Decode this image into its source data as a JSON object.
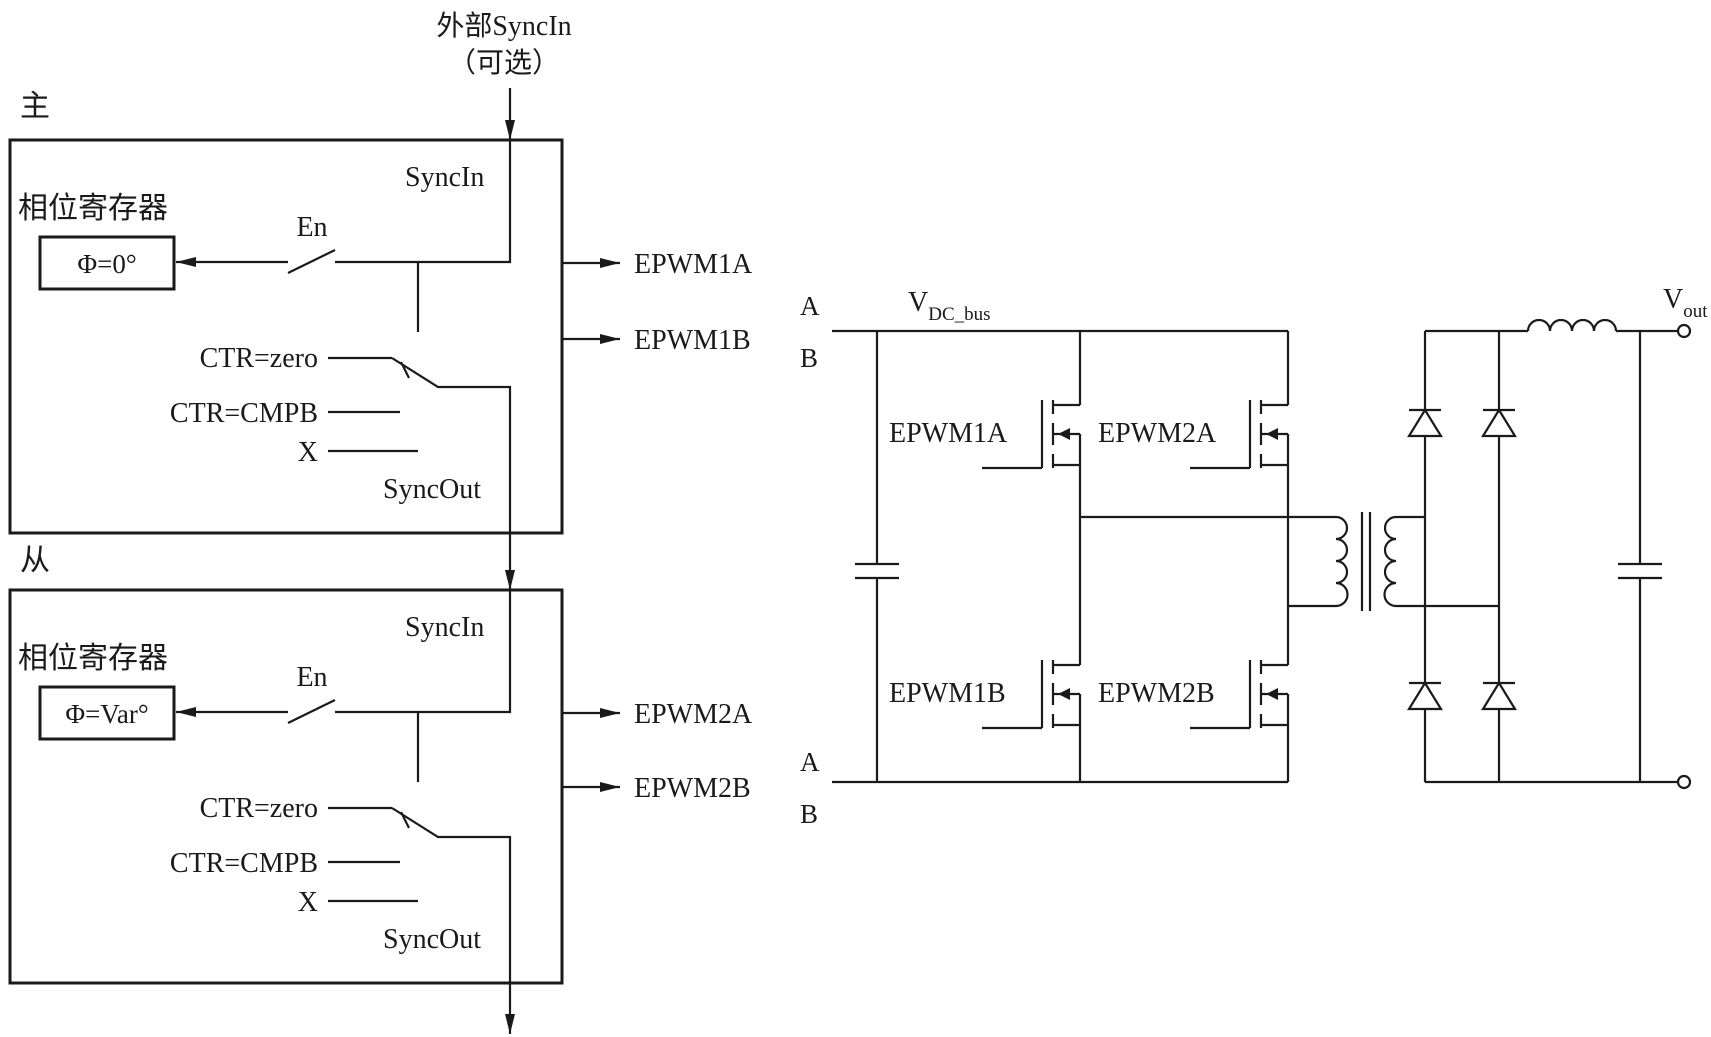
{
  "sync": {
    "external_in": "外部SyncIn",
    "optional": "（可选）"
  },
  "master": {
    "title": "主",
    "phase_reg_label": "相位寄存器",
    "phase_value": "Φ=0°",
    "syncin": "SyncIn",
    "en": "En",
    "ctr_zero": "CTR=zero",
    "ctr_cmpb": "CTR=CMPB",
    "x": "X",
    "syncout": "SyncOut",
    "out_a": "EPWM1A",
    "out_b": "EPWM1B"
  },
  "slave": {
    "title": "从",
    "phase_reg_label": "相位寄存器",
    "phase_value": "Φ=Var°",
    "syncin": "SyncIn",
    "en": "En",
    "ctr_zero": "CTR=zero",
    "ctr_cmpb": "CTR=CMPB",
    "x": "X",
    "syncout": "SyncOut",
    "out_a": "EPWM2A",
    "out_b": "EPWM2B"
  },
  "circuit": {
    "node_a_top": "A",
    "node_b_top": "B",
    "node_a_bottom": "A",
    "node_b_bottom": "B",
    "vdc_main": "V",
    "vdc_sub": "DC_bus",
    "vout_main": "V",
    "vout_sub": "out",
    "sw_1a": "EPWM1A",
    "sw_2a": "EPWM2A",
    "sw_1b": "EPWM1B",
    "sw_2b": "EPWM2B"
  }
}
